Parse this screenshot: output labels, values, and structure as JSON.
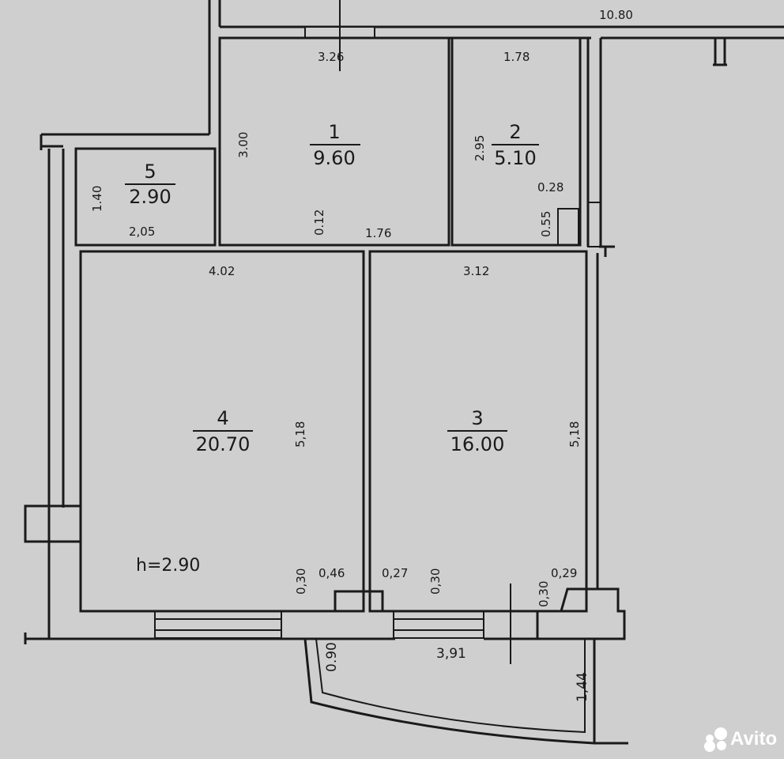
{
  "rooms": [
    {
      "number": "1",
      "area": "9.60"
    },
    {
      "number": "2",
      "area": "5.10"
    },
    {
      "number": "3",
      "area": "16.00"
    },
    {
      "number": "4",
      "area": "20.70"
    },
    {
      "number": "5",
      "area": "2.90"
    }
  ],
  "dimensions": {
    "total_width": "10.80",
    "room1_width": "3.26",
    "room1_depth": "3.00",
    "room1_step": "0.12",
    "corridor_width": "1.76",
    "room2_width": "1.78",
    "room2_depth": "2.95",
    "room2_niche_w": "0.28",
    "room2_niche_d": "0.55",
    "room5_depth": "1.40",
    "room5_width": "2,05",
    "room4_width": "4.02",
    "room4_depth": "5,18",
    "room3_width": "3.12",
    "room3_depth": "5,18",
    "pier_a": "0,30",
    "pier_b": "0,46",
    "pier_c": "0,27",
    "pier_d": "0,30",
    "pier_e": "0,30",
    "pier_f": "0,29",
    "balcony_width": "3,91",
    "balcony_depth_left": "0.90",
    "balcony_depth_right": "1,44"
  },
  "ceiling_height": "h=2.90",
  "watermark": "Avito",
  "colors": {
    "paper": "#cfcfcf",
    "ink": "#1a1a1a"
  }
}
